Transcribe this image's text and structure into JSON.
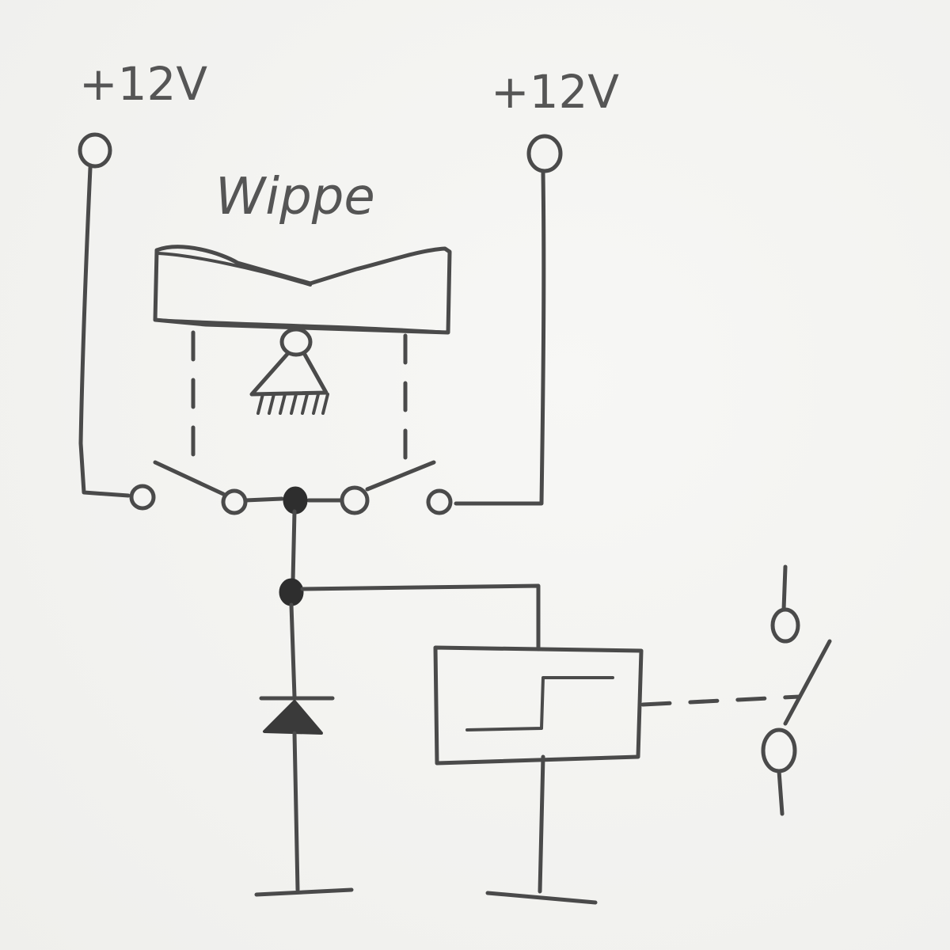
{
  "labels": {
    "supply_left": "+12V",
    "supply_right": "+12V",
    "rocker": "Wippe"
  },
  "colors": {
    "paper": "#f4f4f2",
    "pencil": "#4a4a4a"
  }
}
